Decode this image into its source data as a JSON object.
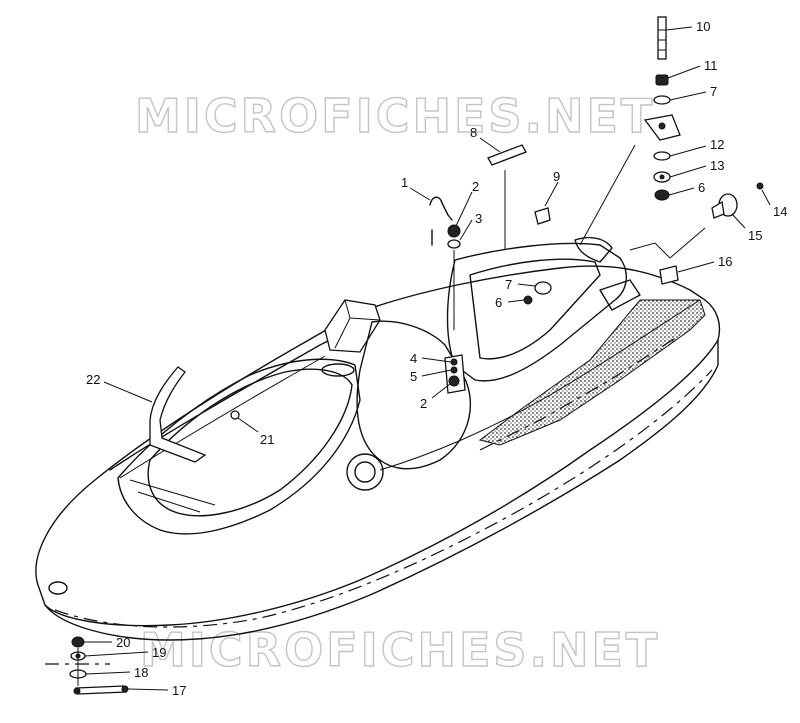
{
  "watermark": {
    "top": "MICROFICHES.NET",
    "bottom": "MICROFICHES.NET"
  },
  "callouts": [
    "1",
    "2",
    "3",
    "8",
    "9",
    "10",
    "11",
    "7",
    "12",
    "13",
    "6",
    "14",
    "15",
    "16",
    "7",
    "6",
    "4",
    "5",
    "2",
    "22",
    "21",
    "20",
    "19",
    "18",
    "17"
  ]
}
